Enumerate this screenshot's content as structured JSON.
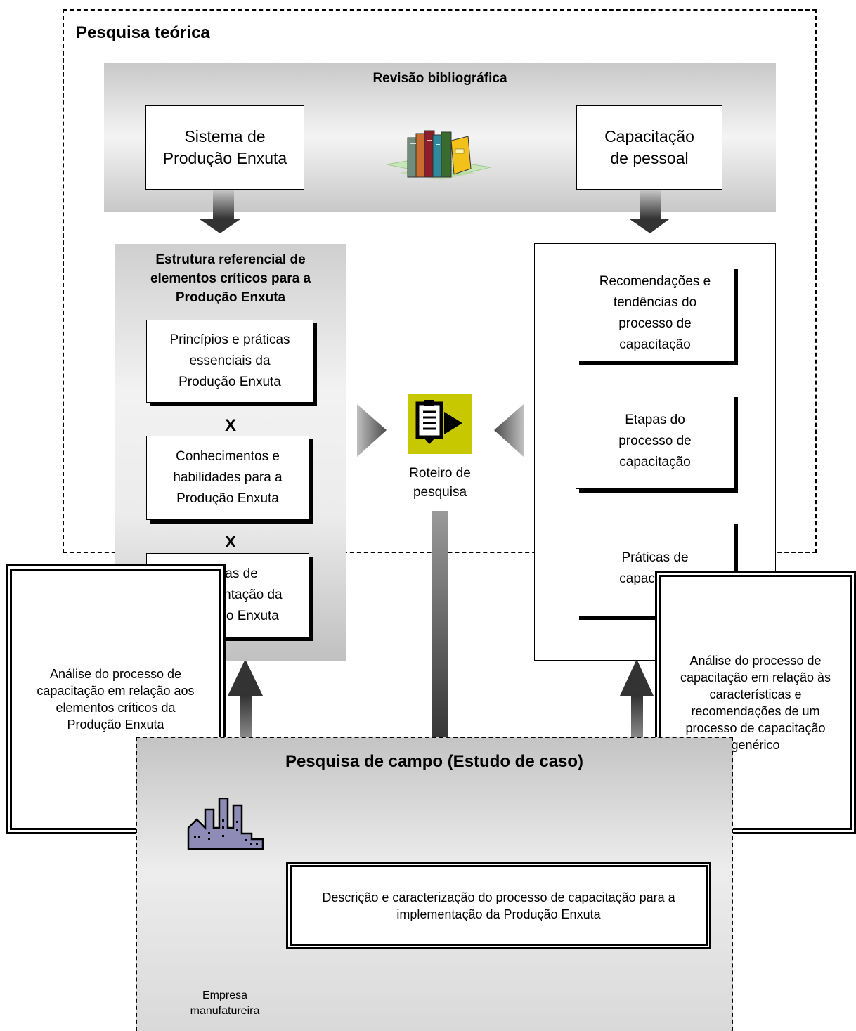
{
  "research": {
    "title": "Pesquisa teórica",
    "literature_review": "Revisão bibliográfica",
    "lean_system": "Sistema de Produção Enxuta",
    "training": "Capacitação de pessoal",
    "books_icon": "books-icon"
  },
  "left_panel": {
    "title": "Estrutura referencial de elementos críticos para a Produção Enxuta",
    "items": [
      "Princípios e práticas essenciais da Produção Enxuta",
      "Conhecimentos e habilidades para a Produção Enxuta",
      "Etapas de implementação da Produção Enxuta"
    ],
    "separator": "X"
  },
  "right_panel": {
    "items": [
      "Recomendações e tendências do processo de capacitação",
      "Etapas do processo de capacitação",
      "Práticas de capacitação"
    ]
  },
  "center": {
    "icon": "clipboard-arrow-icon",
    "label": "Roteiro de pesquisa"
  },
  "analysis": {
    "left": "Análise do processo de capacitação em relação aos elementos críticos da Produção Enxuta",
    "right": "Análise do processo de capacitação em relação às características e recomendações de um processo de capacitação genérico"
  },
  "field": {
    "title": "Pesquisa de campo (Estudo de caso)",
    "description": "Descrição e caracterização do processo de capacitação para a implementação da Produção Enxuta",
    "company": "Empresa manufatureira",
    "factory_icon": "factory-icon"
  }
}
